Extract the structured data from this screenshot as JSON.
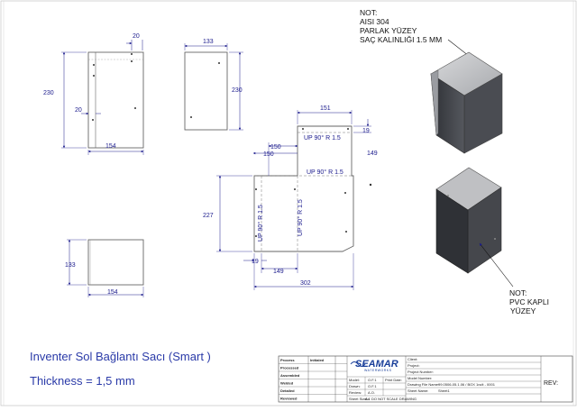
{
  "title_line_1": "Inventer Sol Bağlantı Sacı (Smart )",
  "title_line_2": "Thickness = 1,5 mm",
  "note_top": [
    "NOT:",
    "AISI 304",
    "PARLAK YÜZEY",
    "SAÇ KALINLIĞI 1.5 MM"
  ],
  "note_bottom": [
    "NOT:",
    "PVC KAPLI",
    "YÜZEY"
  ],
  "dims": {
    "front_top": "20",
    "front_left_h": "230",
    "front_flange": "20",
    "front_width": "154",
    "side_width": "133",
    "side_height": "230",
    "flat_top": "151",
    "flat_r19": "19",
    "flat_150a": "150",
    "flat_150b": "150",
    "flat_149r": "149",
    "flat_227": "227",
    "flat_19b": "19",
    "flat_149b": "149",
    "flat_302": "302",
    "top_view_h": "133",
    "top_view_w": "154"
  },
  "bend_notes": {
    "up1": "UP  90°  R 1.5",
    "up2": "UP  90°  R 1.5",
    "up3": "UP  90°  R 1.5",
    "up4": "UP  90°  R 1.5"
  },
  "title_block": {
    "left_rows": [
      {
        "label": "Process",
        "status": "Initialed"
      },
      {
        "label": "Processed",
        "status": ""
      },
      {
        "label": "Assembled",
        "status": ""
      },
      {
        "label": "Welded",
        "status": ""
      },
      {
        "label": "Detailed",
        "status": ""
      },
      {
        "label": "Reviewed",
        "status": ""
      }
    ],
    "logo_text": "SEAMAR",
    "logo_sub": "WATERWORKS",
    "mid_rows": [
      {
        "label": "Model:",
        "value": "O.F.1",
        "extra": "Print Date:"
      },
      {
        "label": "Drawn:",
        "value": "O.F.1",
        "extra": ""
      },
      {
        "label": "Review:",
        "value": "A.O.",
        "extra": ""
      }
    ],
    "sheet_size_label": "Sheet Size:",
    "sheet_size_value": "A4",
    "no_scale": "DO NOT SCALE DRAWING",
    "right_rows": [
      {
        "label": "Client:",
        "value": ""
      },
      {
        "label": "Project:",
        "value": ""
      },
      {
        "label": "Project Number:",
        "value": ""
      },
      {
        "label": "Model Number:",
        "value": ""
      },
      {
        "label": "Drawing File Name:",
        "value": "99.0506-05.1.06 / BOX 1ısılt - 0001"
      },
      {
        "label": "Sheet Name:",
        "value": "Sheet1"
      }
    ],
    "rev_label": "REV:"
  },
  "colors": {
    "dimension": "#1a1a8c",
    "title": "#2a3aa8",
    "part_outline": "#555555",
    "box_dark": "#3d3f44",
    "steel_light": "#c9cacd"
  },
  "icons": [
    "box-3d-steel-icon",
    "box-3d-pvc-icon"
  ]
}
